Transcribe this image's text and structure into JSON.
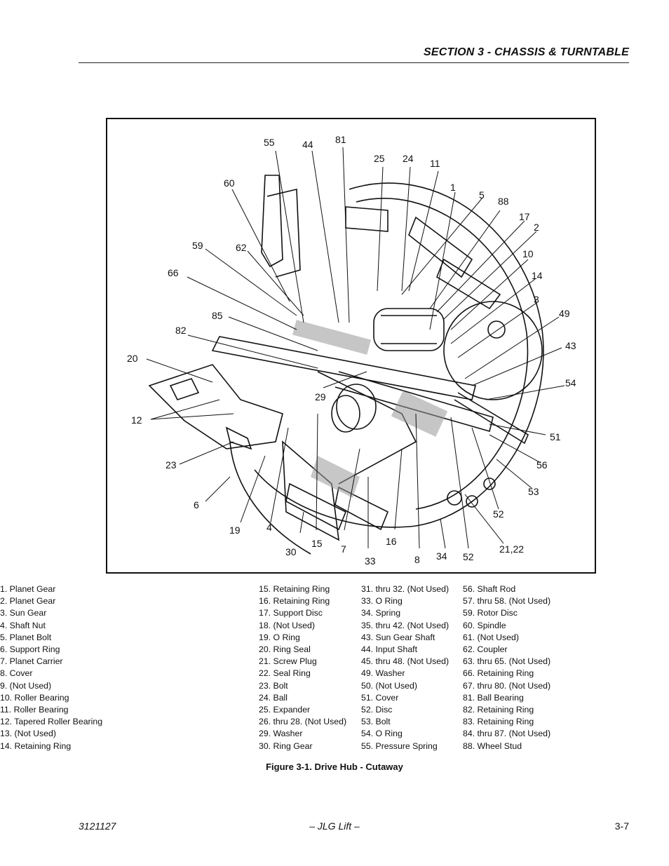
{
  "header": {
    "section_title": "SECTION 3 - CHASSIS & TURNTABLE"
  },
  "figure": {
    "callouts": [
      {
        "id": "55",
        "text": "55"
      },
      {
        "id": "44",
        "text": "44"
      },
      {
        "id": "81",
        "text": "81"
      },
      {
        "id": "25",
        "text": "25"
      },
      {
        "id": "24",
        "text": "24"
      },
      {
        "id": "11",
        "text": "11"
      },
      {
        "id": "60",
        "text": "60"
      },
      {
        "id": "1",
        "text": "1"
      },
      {
        "id": "5",
        "text": "5"
      },
      {
        "id": "88",
        "text": "88"
      },
      {
        "id": "17",
        "text": "17"
      },
      {
        "id": "2",
        "text": "2"
      },
      {
        "id": "59",
        "text": "59"
      },
      {
        "id": "62",
        "text": "62"
      },
      {
        "id": "10",
        "text": "10"
      },
      {
        "id": "66",
        "text": "66"
      },
      {
        "id": "14",
        "text": "14"
      },
      {
        "id": "3",
        "text": "3"
      },
      {
        "id": "85",
        "text": "85"
      },
      {
        "id": "49",
        "text": "49"
      },
      {
        "id": "82",
        "text": "82"
      },
      {
        "id": "43",
        "text": "43"
      },
      {
        "id": "20",
        "text": "20"
      },
      {
        "id": "54",
        "text": "54"
      },
      {
        "id": "29",
        "text": "29"
      },
      {
        "id": "12",
        "text": "12"
      },
      {
        "id": "51",
        "text": "51"
      },
      {
        "id": "23",
        "text": "23"
      },
      {
        "id": "56",
        "text": "56"
      },
      {
        "id": "6",
        "text": "6"
      },
      {
        "id": "53",
        "text": "53"
      },
      {
        "id": "52a",
        "text": "52"
      },
      {
        "id": "19",
        "text": "19"
      },
      {
        "id": "4",
        "text": "4"
      },
      {
        "id": "15",
        "text": "15"
      },
      {
        "id": "7",
        "text": "7"
      },
      {
        "id": "16",
        "text": "16"
      },
      {
        "id": "30",
        "text": "30"
      },
      {
        "id": "33",
        "text": "33"
      },
      {
        "id": "8",
        "text": "8"
      },
      {
        "id": "34",
        "text": "34"
      },
      {
        "id": "52b",
        "text": "52"
      },
      {
        "id": "2122",
        "text": "21,22"
      }
    ],
    "legend": [
      [
        "1.   Planet Gear",
        "2.   Planet Gear",
        "3.   Sun Gear",
        "4.   Shaft Nut",
        "5.   Planet Bolt",
        "6.   Support Ring",
        "7.   Planet Carrier",
        "8.   Cover",
        "9.   (Not Used)",
        "10. Roller Bearing",
        "11. Roller Bearing",
        "12. Tapered Roller Bearing",
        "13. (Not Used)",
        "14. Retaining Ring"
      ],
      [
        "15.  Retaining Ring",
        "16.  Retaining Ring",
        "17.  Support Disc",
        "18.  (Not Used)",
        "19.  O Ring",
        "20.  Ring Seal",
        "21.  Screw Plug",
        "22.  Seal Ring",
        "23.  Bolt",
        "24.  Ball",
        "25.  Expander",
        "26.  thru 28. (Not Used)",
        "29.  Washer",
        "30.  Ring Gear"
      ],
      [
        "31.  thru 32. (Not Used)",
        "33.  O Ring",
        "34.  Spring",
        "35.  thru 42. (Not Used)",
        "43.   Sun Gear Shaft",
        "44.  Input Shaft",
        "45.  thru 48. (Not Used)",
        "49.  Washer",
        "50.  (Not Used)",
        "51.  Cover",
        "52.  Disc",
        "53.  Bolt",
        "54.  O Ring",
        "55.  Pressure Spring"
      ],
      [
        "56.  Shaft Rod",
        "57.  thru 58. (Not Used)",
        "59.  Rotor Disc",
        "60.  Spindle",
        "61.  (Not Used)",
        "62.  Coupler",
        "63.  thru 65. (Not Used)",
        "66.  Retaining Ring",
        "67.  thru 80. (Not Used)",
        "81.  Ball Bearing",
        "82.  Retaining Ring",
        "83.  Retaining Ring",
        "84.  thru 87. (Not Used)",
        "88.  Wheel Stud"
      ]
    ],
    "caption": "Figure 3-1.  Drive Hub - Cutaway"
  },
  "footer": {
    "doc_number": "3121127",
    "publisher": "– JLG Lift –",
    "page_number": "3-7"
  }
}
